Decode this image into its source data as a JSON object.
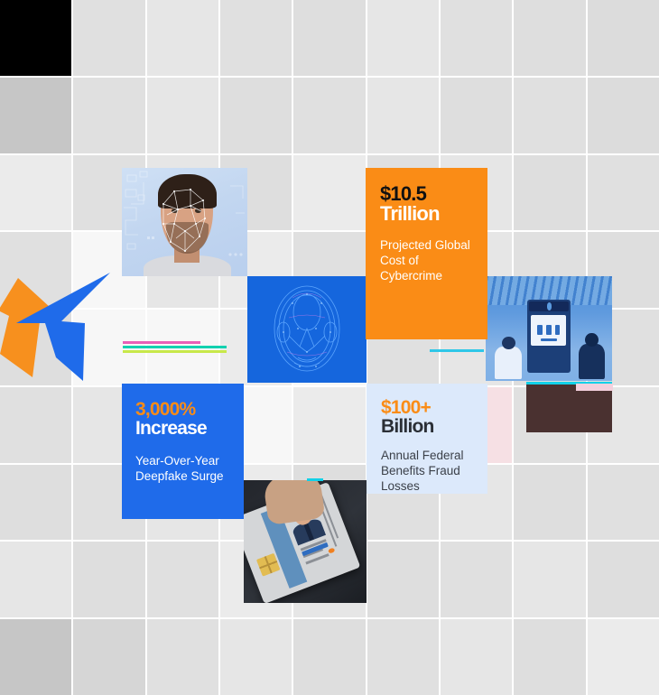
{
  "page": {
    "title": "Identity Fraud Statistics Mosaic",
    "background_color": "#ffffff"
  },
  "logo": {
    "name": "arrow-logo",
    "orange": "#F7901E",
    "blue": "#1F6BEA"
  },
  "cards": [
    {
      "id": "cyber",
      "name": "stat-card-cybercrime",
      "headline_1": "$10.5",
      "headline_2": "Trillion",
      "description": "Projected Global Cost of Cybercrime",
      "background": "#FA8C16",
      "headline_1_color": "#111111",
      "headline_2_color": "#FFFFFF",
      "description_color": "#FFFFFF"
    },
    {
      "id": "deepfake",
      "name": "stat-card-deepfake",
      "headline_1": "3,000%",
      "headline_2": "Increase",
      "description": "Year-Over-Year Deepfake Surge",
      "background": "#1F6BEA",
      "headline_1_color": "#FA8C16",
      "headline_2_color": "#FFFFFF",
      "description_color": "#FFFFFF"
    },
    {
      "id": "benefits",
      "name": "stat-card-benefits-fraud",
      "headline_1": "$100+",
      "headline_2": "Billion",
      "description": "Annual Federal Benefits Fraud Losses",
      "background": "#DCE9FB",
      "headline_1_color": "#FA8C16",
      "headline_2_color": "#2B2F36",
      "description_color": "#3B4049"
    }
  ],
  "photos": [
    {
      "id": "face",
      "name": "facial-recognition-photo",
      "alt": "Man's face with facial recognition mesh overlay on light blue tech background"
    },
    {
      "id": "scan",
      "name": "biometric-head-scan-photo",
      "alt": "Blue wireframe biometric head scan"
    },
    {
      "id": "kiosk",
      "name": "self-service-kiosk-photo",
      "alt": "Blue-toned photo of people at a self-service identity verification kiosk"
    },
    {
      "id": "id-card",
      "name": "id-card-photo",
      "alt": "Hand holding a government ID card with chip and photo"
    }
  ],
  "mosaic": {
    "name": "background-mosaic-grid",
    "columns": 9,
    "rows": 9,
    "tile_colors": [
      "#E2E2E2",
      "#E0E0E0",
      "#DEDEDE",
      "#E6E6E6",
      "#DCDCDC",
      "#EBEBEB",
      "#D6D6D6",
      "#C6C6C6",
      "#000000",
      "#F7F7F7",
      "#FFFFFF"
    ],
    "tiles": [
      "t-black",
      "t-a",
      "t-c",
      "t-a",
      "t-b",
      "t-c",
      "t-a",
      "t-b",
      "t-d",
      "t-g",
      "t-a",
      "t-c",
      "t-b",
      "t-a",
      "t-c",
      "t-b",
      "t-a",
      "t-d",
      "t-e",
      "t-a",
      "t-c",
      "t-b",
      "t-e",
      "t-a",
      "t-c",
      "t-b",
      "t-a",
      "t-a",
      "t-white",
      "t-c",
      "t-e",
      "t-a",
      "t-b",
      "t-c",
      "t-a",
      "t-b",
      "t-b",
      "t-white",
      "t-white",
      "t-e",
      "t-white",
      "t-a",
      "t-c",
      "t-b",
      "t-a",
      "t-a",
      "t-c",
      "t-b",
      "t-white",
      "t-e",
      "t-a",
      "t-pinkish",
      "t-a",
      "t-c",
      "t-b",
      "t-a",
      "t-c",
      "t-e",
      "t-b",
      "t-a",
      "t-c",
      "t-b",
      "t-a",
      "t-c",
      "t-b",
      "t-a",
      "t-e",
      "t-c",
      "t-b",
      "t-a",
      "t-c",
      "t-b",
      "t-g",
      "t-f",
      "t-a",
      "t-c",
      "t-b",
      "t-a",
      "t-c",
      "t-b",
      "t-e"
    ]
  },
  "accents": {
    "magenta": "#E85FB8",
    "teal": "#12D1B0",
    "lime": "#C8E84A",
    "cyan": "#12D1E8",
    "pink": "#F3D0DD",
    "maroon": "#4A3130"
  }
}
